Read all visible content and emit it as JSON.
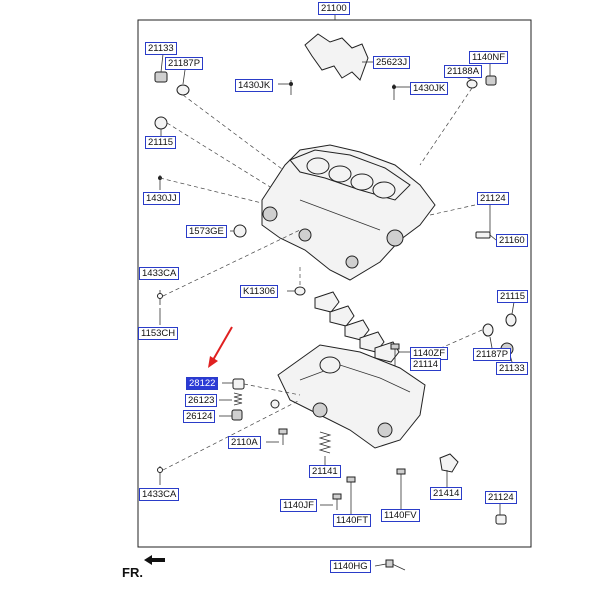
{
  "diagram": {
    "callouts": {
      "p21100": "21100",
      "p21133_top": "21133",
      "p21187P_top": "21187P",
      "p25623J": "25623J",
      "p1140NF": "1140NF",
      "p21188A": "21188A",
      "p1430JK_left": "1430JK",
      "p1430JK_right": "1430JK",
      "p21115_left": "21115",
      "p1430JJ": "1430JJ",
      "p21124_top": "21124",
      "p1573GE": "1573GE",
      "p21160": "21160",
      "p1433CA_top": "1433CA",
      "pK11306": "K11306",
      "p21115_right": "21115",
      "p1153CH": "1153CH",
      "p1140ZF": "1140ZF",
      "p21114": "21114",
      "p21187P_right": "21187P",
      "p21133_right": "21133",
      "p28122": "28122",
      "p26123": "26123",
      "p26124": "26124",
      "p2110A": "2110A",
      "p21141": "21141",
      "p1433CA_bottom": "1433CA",
      "p21414": "21414",
      "p21124_bottom": "21124",
      "p1140JF": "1140JF",
      "p1140FT": "1140FT",
      "p1140FV": "1140FV",
      "p1140HG": "1140HG"
    },
    "direction_label": "FR.",
    "highlight_color": "#2b3ad6",
    "border_color": "#2a3cc8",
    "pointer_color": "#e02020"
  }
}
